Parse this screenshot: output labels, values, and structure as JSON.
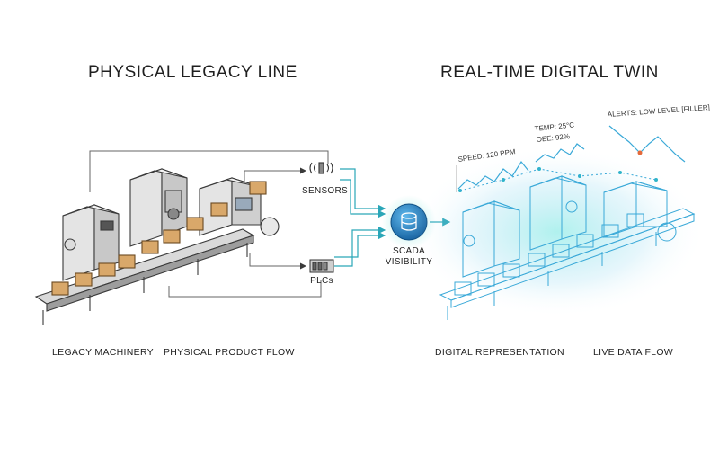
{
  "left_title": "PHYSICAL LEGACY LINE",
  "right_title": "REAL-TIME DIGITAL TWIN",
  "labels": {
    "sensors": "SENSORS",
    "plcs": "PLCs",
    "scada": "SCADA\nVISIBILITY"
  },
  "captions": {
    "legacy_machinery": "LEGACY MACHINERY",
    "physical_flow": "PHYSICAL PRODUCT FLOW",
    "digital_rep": "DIGITAL REPRESENTATION",
    "live_flow": "LIVE DATA FLOW"
  },
  "metrics": {
    "speed": "SPEED: 120 PPM",
    "temp": "TEMP: 25°C",
    "oee": "OEE: 92%",
    "alerts": "ALERTS: LOW LEVEL [FILLER]"
  },
  "colors": {
    "line": "#3a3a3a",
    "twin": "#3aa9d8",
    "glow": "#7fe0e6",
    "scada": "#1f7fc4"
  }
}
